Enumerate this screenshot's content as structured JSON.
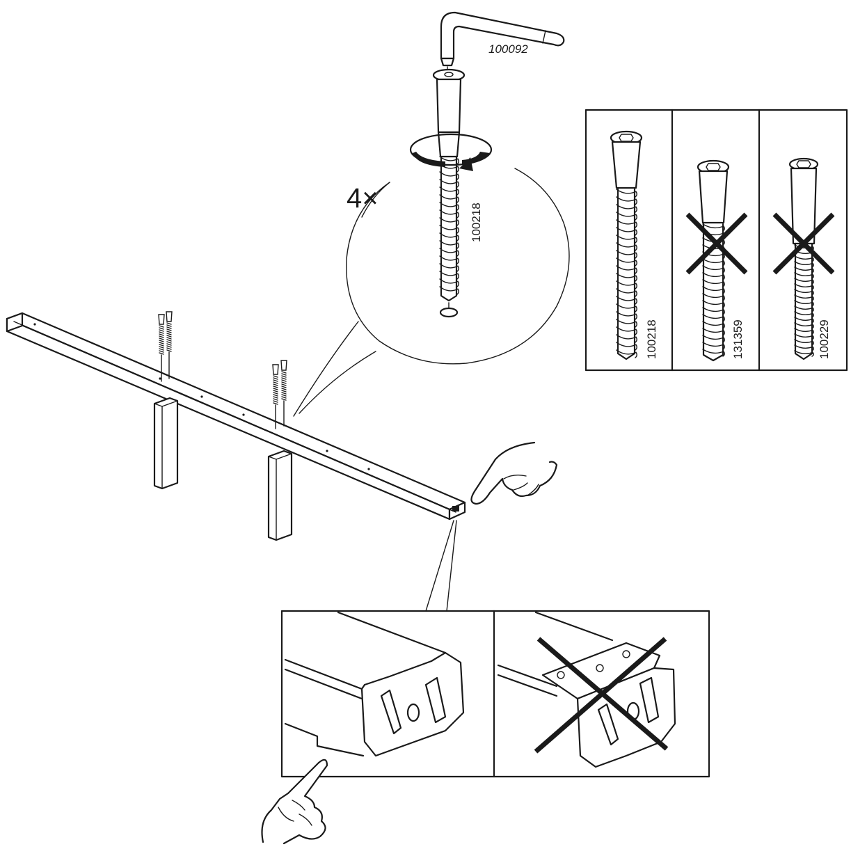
{
  "allen_key": {
    "part_number": "100092"
  },
  "zoom_detail": {
    "quantity": "4×",
    "screw_part_number": "100218"
  },
  "screw_comparison": {
    "items": [
      {
        "part_number": "100218",
        "status": "correct"
      },
      {
        "part_number": "131359",
        "status": "wrong"
      },
      {
        "part_number": "100229",
        "status": "wrong"
      }
    ]
  },
  "end_detail": {
    "panels": [
      {
        "status": "correct"
      },
      {
        "status": "wrong"
      }
    ]
  },
  "colors": {
    "ink": "#1a1a1a",
    "paper": "#ffffff"
  }
}
